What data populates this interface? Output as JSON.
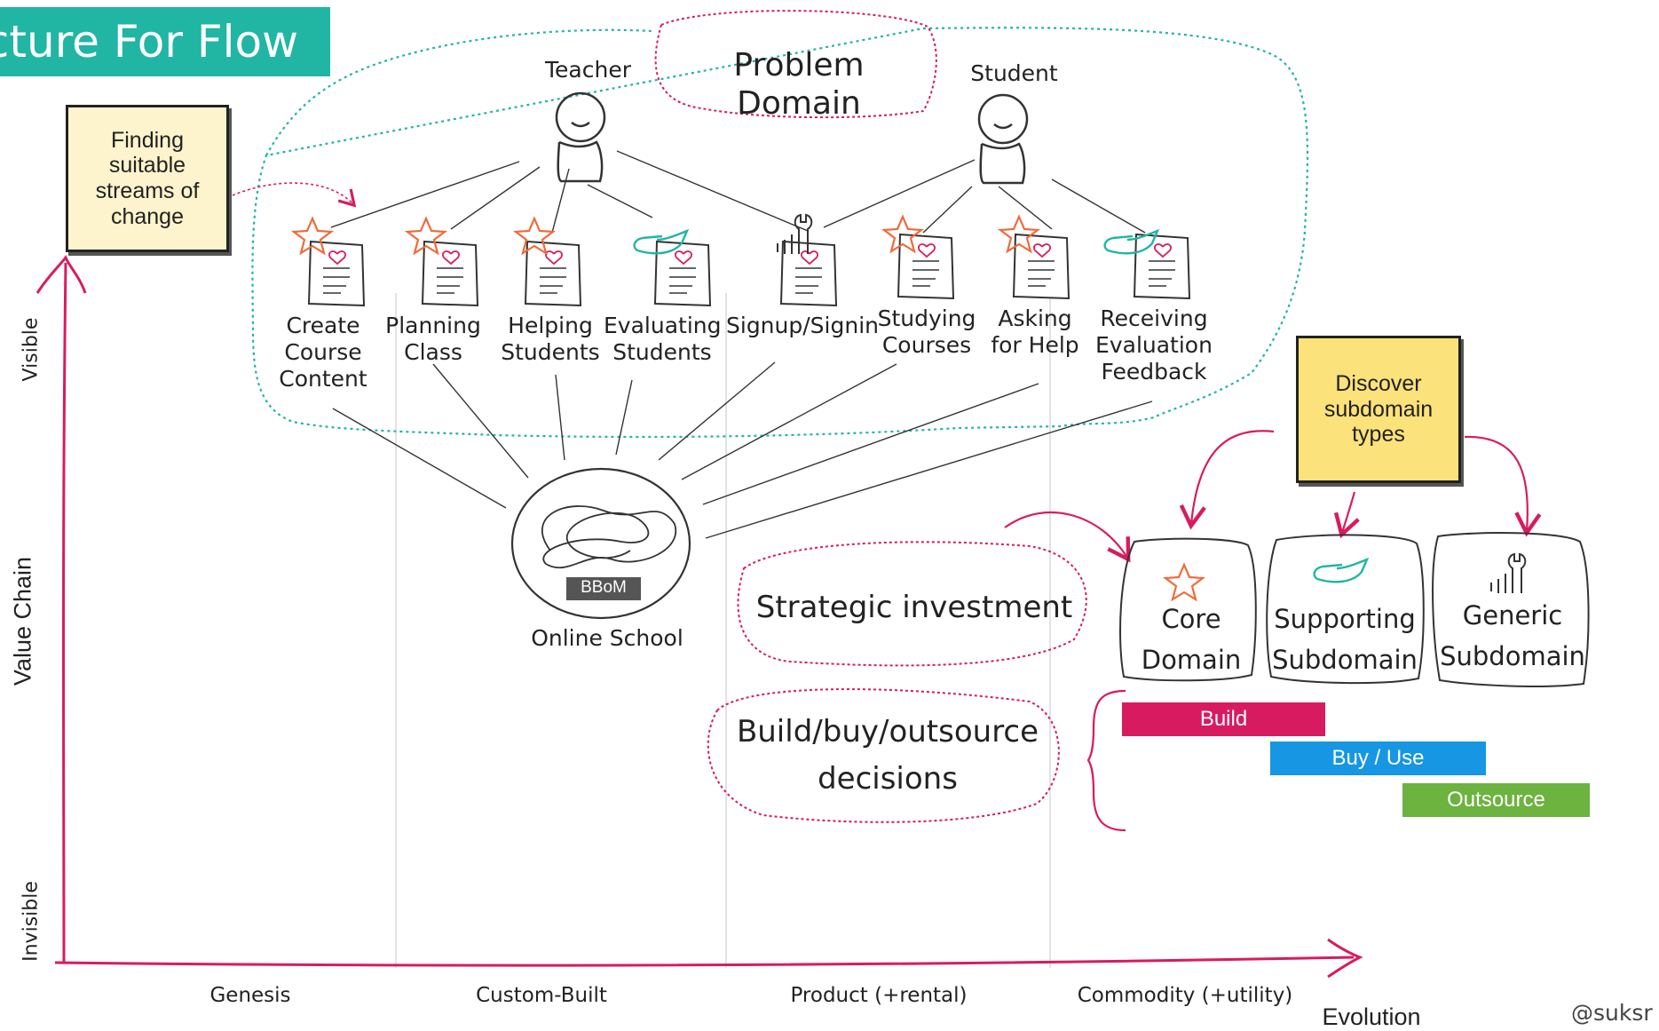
{
  "title": "ecture For Flow",
  "problem_domain": "Problem Domain",
  "actors": {
    "teacher": "Teacher",
    "student": "Student"
  },
  "activities": [
    {
      "id": "create",
      "label": "Create\nCourse\nContent",
      "icon": "star-icon"
    },
    {
      "id": "planning",
      "label": "Planning\nClass",
      "icon": "star-icon"
    },
    {
      "id": "helping",
      "label": "Helping\nStudents",
      "icon": "star-icon"
    },
    {
      "id": "evaluating",
      "label": "Evaluating\nStudents",
      "icon": "hand-icon"
    },
    {
      "id": "signup",
      "label": "Signup/Signin",
      "icon": "tool-icon"
    },
    {
      "id": "studying",
      "label": "Studying\nCourses",
      "icon": "star-icon"
    },
    {
      "id": "asking",
      "label": "Asking\nfor Help",
      "icon": "star-icon"
    },
    {
      "id": "receiving",
      "label": "Receiving\nEvaluation\nFeedback",
      "icon": "hand-icon"
    }
  ],
  "system": {
    "badge": "BBoM",
    "name": "Online School"
  },
  "sticky_left": "Finding\nsuitable\nstreams of\nchange",
  "sticky_right": "Discover\nsubdomain\ntypes",
  "strategic": "Strategic investment",
  "build_decisions": "Build/buy/outsource\ndecisions",
  "subdomains": {
    "core": "Core\nDomain",
    "supporting": "Supporting\nSubdomain",
    "generic": "Generic\nSubdomain"
  },
  "bars": {
    "build": "Build",
    "buy": "Buy / Use",
    "outsource": "Outsource"
  },
  "y_axis": {
    "title": "Value Chain",
    "top": "Visible",
    "bottom": "Invisible"
  },
  "x_axis": {
    "title": "Evolution",
    "stages": [
      "Genesis",
      "Custom-Built",
      "Product (+rental)",
      "Commodity (+utility)"
    ]
  },
  "handle": "@suksr",
  "colors": {
    "teal": "#21b5a4",
    "pink": "#d81b60",
    "orange": "#f06a3a",
    "sticky_cream": "#fdf3cc",
    "sticky_yellow": "#fbe27a",
    "build": "#d81b60",
    "buy": "#1696e3",
    "outsource": "#6cb33f"
  }
}
